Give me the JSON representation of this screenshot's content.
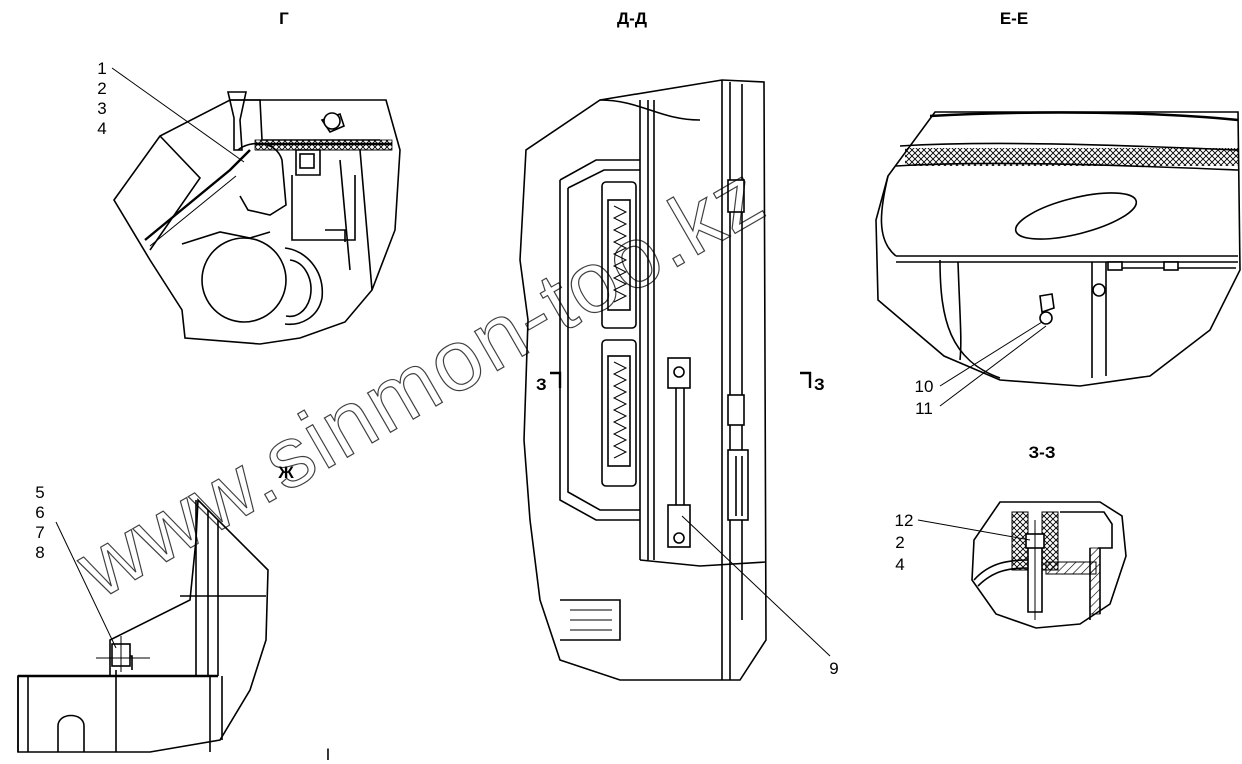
{
  "views": {
    "g_title": "Г",
    "dd_title": "Д-Д",
    "ee_title": "Е-Е",
    "zh_title": "Ж",
    "zz_title": "З-З"
  },
  "section_marks": {
    "left": "З",
    "right": "З"
  },
  "callouts": {
    "view_g": [
      "1",
      "2",
      "3",
      "4"
    ],
    "view_zh": [
      "5",
      "6",
      "7",
      "8"
    ],
    "view_dd": [
      "9"
    ],
    "view_ee": [
      "10",
      "11"
    ],
    "view_zz": [
      "12",
      "2",
      "4"
    ]
  },
  "watermark": "www.sinmon-too.kz",
  "footer_mark": "I"
}
